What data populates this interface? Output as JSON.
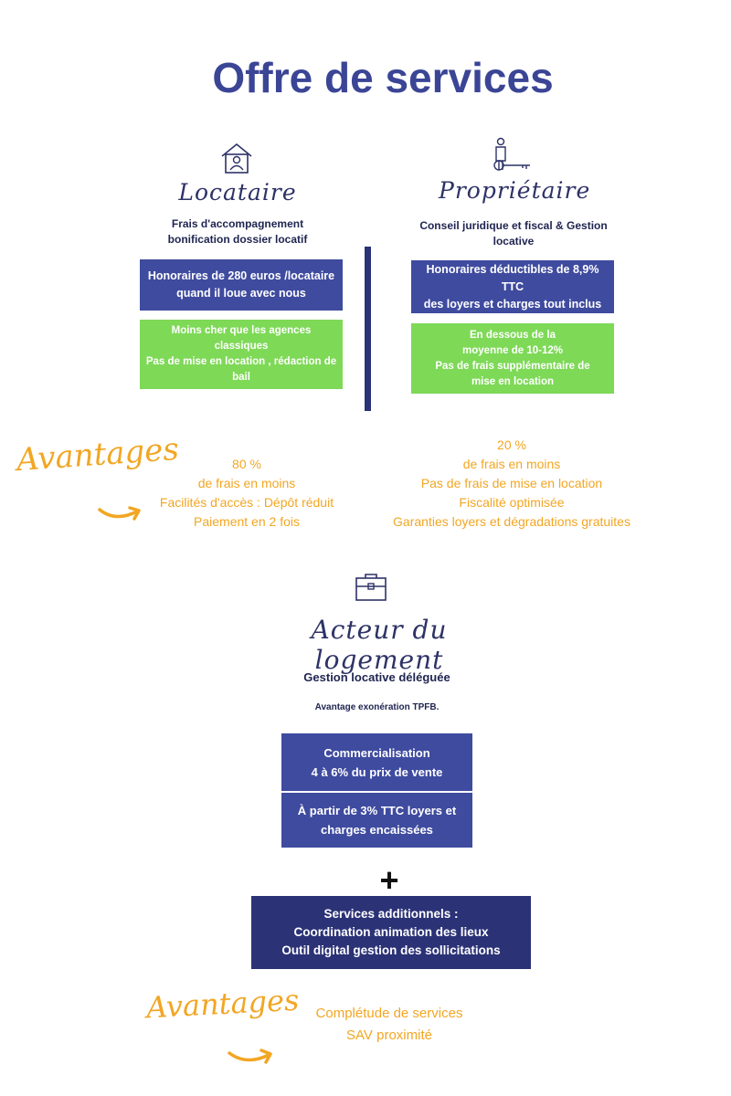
{
  "title": "Offre de services",
  "locataire": {
    "heading": "Locataire",
    "subtitle_lines": [
      "Frais d'accompagnement",
      "bonification dossier locatif"
    ],
    "blue_box_lines": [
      "Honoraires de 280 euros /locataire",
      "quand il loue avec nous"
    ],
    "green_box_lines": [
      "Moins cher que les agences classiques",
      "Pas de mise en location , rédaction de",
      "bail"
    ],
    "advantages": [
      "80 %",
      "de frais en moins",
      "Facilités d'accès : Dépôt réduit",
      "Paiement en 2 fois"
    ]
  },
  "proprietaire": {
    "heading": "Propriétaire",
    "subtitle_lines": [
      "Conseil juridique et fiscal & Gestion",
      "locative"
    ],
    "blue_box_lines": [
      "Honoraires déductibles de 8,9% TTC",
      "des loyers et charges tout inclus"
    ],
    "green_box_lines": [
      "En dessous  de la",
      "moyenne de 10-12%",
      "Pas de frais supplémentaire de",
      "mise en location"
    ],
    "advantages": [
      "20 %",
      "de frais en moins",
      "Pas  de frais de mise en location",
      "Fiscalité optimisée",
      "Garanties loyers et dégradations gratuites"
    ]
  },
  "advantages_label": "Avantages",
  "acteur": {
    "heading": "Acteur du logement",
    "subtitle": "Gestion locative déléguée",
    "note": "Avantage exonération TPFB.",
    "box1_lines": [
      "Commercialisation",
      "4 à 6% du prix de vente"
    ],
    "box2_lines": [
      "À partir de 3% TTC loyers et",
      "charges encaissées"
    ],
    "plus": "+",
    "services_lines": [
      "Services additionnels  :",
      "Coordination animation des lieux",
      "Outil digital gestion des sollicitations"
    ],
    "advantages": [
      "Complétude de services",
      "SAV proximité"
    ]
  },
  "icons": {
    "house": "house-person-icon",
    "owner": "person-key-icon",
    "briefcase": "briefcase-icon",
    "arrow": "curved-arrow-icon"
  },
  "colors": {
    "title": "#3b4596",
    "blue_box": "#3f4b9f",
    "navy_box": "#2b3276",
    "green_box": "#7ed957",
    "orange": "#f2a623"
  }
}
